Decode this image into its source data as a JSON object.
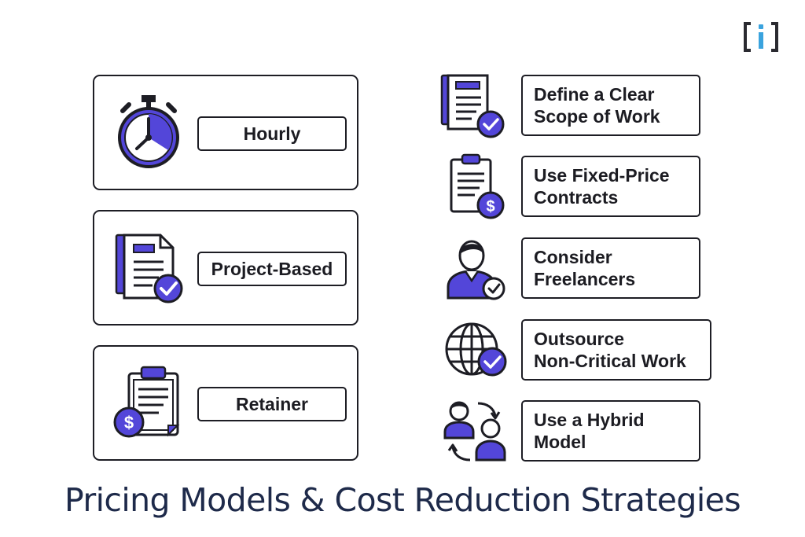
{
  "logo": {
    "text": "[i]"
  },
  "pricing_models": [
    {
      "label": "Hourly",
      "icon": "stopwatch-icon"
    },
    {
      "label": "Project-Based",
      "icon": "document-check-icon"
    },
    {
      "label": "Retainer",
      "icon": "clipboard-dollar-icon"
    }
  ],
  "strategies": [
    {
      "line1": "Define a Clear",
      "line2": "Scope of Work",
      "icon": "document-check-icon"
    },
    {
      "line1": "Use Fixed-Price",
      "line2": "Contracts",
      "icon": "clipboard-dollar-icon"
    },
    {
      "line1": "Consider",
      "line2": "Freelancers",
      "icon": "person-check-icon"
    },
    {
      "line1": "Outsource",
      "line2": "Non-Critical Work",
      "icon": "globe-check-icon"
    },
    {
      "line1": "Use a Hybrid",
      "line2": "Model",
      "icon": "people-exchange-icon"
    }
  ],
  "title": "Pricing Models & Cost Reduction Strategies",
  "colors": {
    "accent": "#5346d9",
    "ink": "#1d1d24",
    "title": "#1e2a4a",
    "logo_blue": "#3aa3de"
  }
}
